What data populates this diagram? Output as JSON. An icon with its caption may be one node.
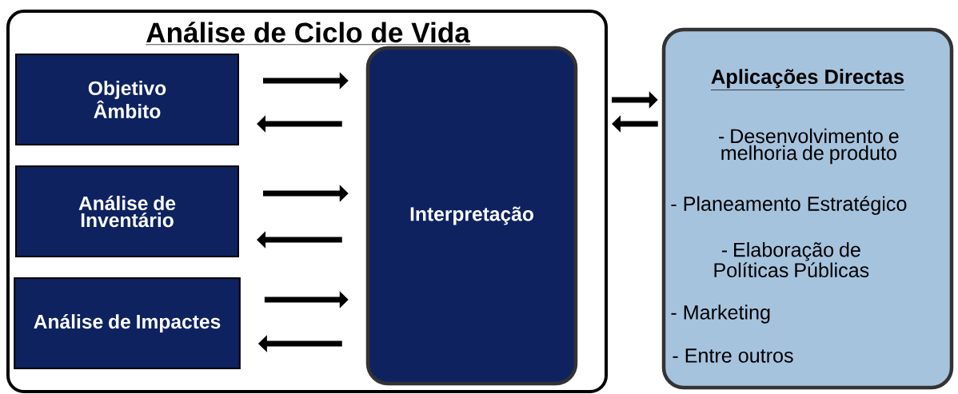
{
  "diagram": {
    "nodes": [
      {
        "text": [
          "Análise de Ciclo de Vida"
        ]
      },
      {
        "text": [
          "Objetivo Âmbito"
        ],
        "in": 0
      },
      {
        "text": [
          "Análise de Inventário"
        ],
        "in": 0
      },
      {
        "text": [
          "Análise de Impactes"
        ],
        "in": 0
      },
      {
        "text": [
          "Interpretação"
        ],
        "in": 0
      },
      {
        "text": [
          "Aplicações Directas",
          "- Desenvolvimento e melhoria de produto",
          "- Planeamento Estratégico",
          "- Elaboração de Políticas Públicas",
          "- Marketing",
          "- Entre outros"
        ]
      }
    ],
    "edges": [
      {
        "from": 1,
        "to": 4,
        "arrow": "to"
      },
      {
        "from": 4,
        "to": 1,
        "arrow": "to"
      },
      {
        "from": 2,
        "to": 4,
        "arrow": "to"
      },
      {
        "from": 4,
        "to": 2,
        "arrow": "to"
      },
      {
        "from": 3,
        "to": 4,
        "arrow": "to"
      },
      {
        "from": 4,
        "to": 3,
        "arrow": "to"
      },
      {
        "from": 0,
        "to": 5,
        "arrow": "to"
      },
      {
        "from": 5,
        "to": 0,
        "arrow": "to"
      }
    ]
  }
}
